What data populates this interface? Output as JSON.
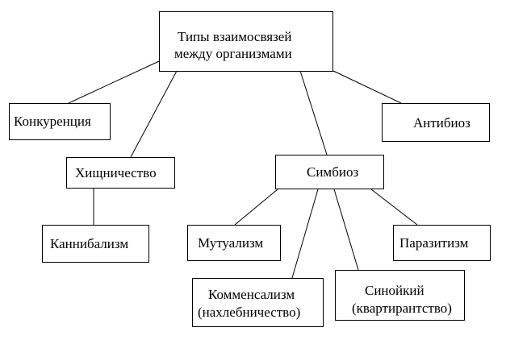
{
  "diagram": {
    "root": {
      "line1": "Типы  взаимосвязей",
      "line2": "между организмами"
    },
    "competition": "Конкуренция",
    "predation": "Хищничество",
    "antibiosis": "Антибиоз",
    "symbiosis": "Симбиоз",
    "cannibalism": "Каннибализм",
    "mutualism": "Мутуализм",
    "parasitism": "Паразитизм",
    "commensalism": {
      "line1": "Комменсализм",
      "line2": "(нахлебничество)"
    },
    "synoikia": {
      "line1": "Синойкий",
      "line2": "(квартирантство)"
    }
  }
}
